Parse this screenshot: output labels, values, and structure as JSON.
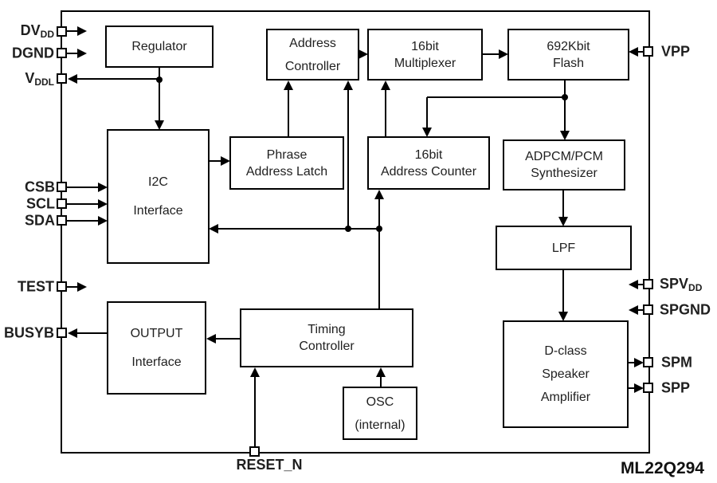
{
  "part_number": "ML22Q294",
  "colors": {
    "line": "#000000",
    "text": "#1f1f1f",
    "background": "#ffffff"
  },
  "blocks": {
    "regulator": {
      "lines": [
        "Regulator"
      ]
    },
    "address_controller": {
      "lines": [
        "Address",
        "Controller"
      ]
    },
    "multiplexer": {
      "lines": [
        "16bit",
        "Multiplexer"
      ]
    },
    "flash": {
      "lines": [
        "692Kbit",
        "Flash"
      ]
    },
    "i2c_interface": {
      "lines": [
        "I2C",
        "Interface"
      ]
    },
    "phrase_address_latch": {
      "lines": [
        "Phrase",
        "Address Latch"
      ]
    },
    "address_counter": {
      "lines": [
        "16bit",
        "Address Counter"
      ]
    },
    "adpcm_synthesizer": {
      "lines": [
        "ADPCM/PCM",
        "Synthesizer"
      ]
    },
    "lpf": {
      "lines": [
        "LPF"
      ]
    },
    "output_interface": {
      "lines": [
        "OUTPUT",
        "Interface"
      ]
    },
    "timing_controller": {
      "lines": [
        "Timing",
        "Controller"
      ]
    },
    "osc": {
      "lines": [
        "OSC",
        "(internal)"
      ]
    },
    "speaker_amplifier": {
      "lines": [
        "D-class",
        "Speaker",
        "Amplifier"
      ]
    }
  },
  "pins": {
    "dvdd": {
      "base": "DV",
      "sub": "DD"
    },
    "dgnd": {
      "base": "DGND"
    },
    "vddl": {
      "base": "V",
      "sub": "DDL"
    },
    "csb": {
      "base": "CSB"
    },
    "scl": {
      "base": "SCL"
    },
    "sda": {
      "base": "SDA"
    },
    "test": {
      "base": "TEST"
    },
    "busyb": {
      "base": "BUSYB"
    },
    "vpp": {
      "base": "VPP"
    },
    "spvdd": {
      "base": "SPV",
      "sub": "DD"
    },
    "spgnd": {
      "base": "SPGND"
    },
    "spm": {
      "base": "SPM"
    },
    "spp": {
      "base": "SPP"
    },
    "reset_n": {
      "base": "RESET_N"
    }
  }
}
